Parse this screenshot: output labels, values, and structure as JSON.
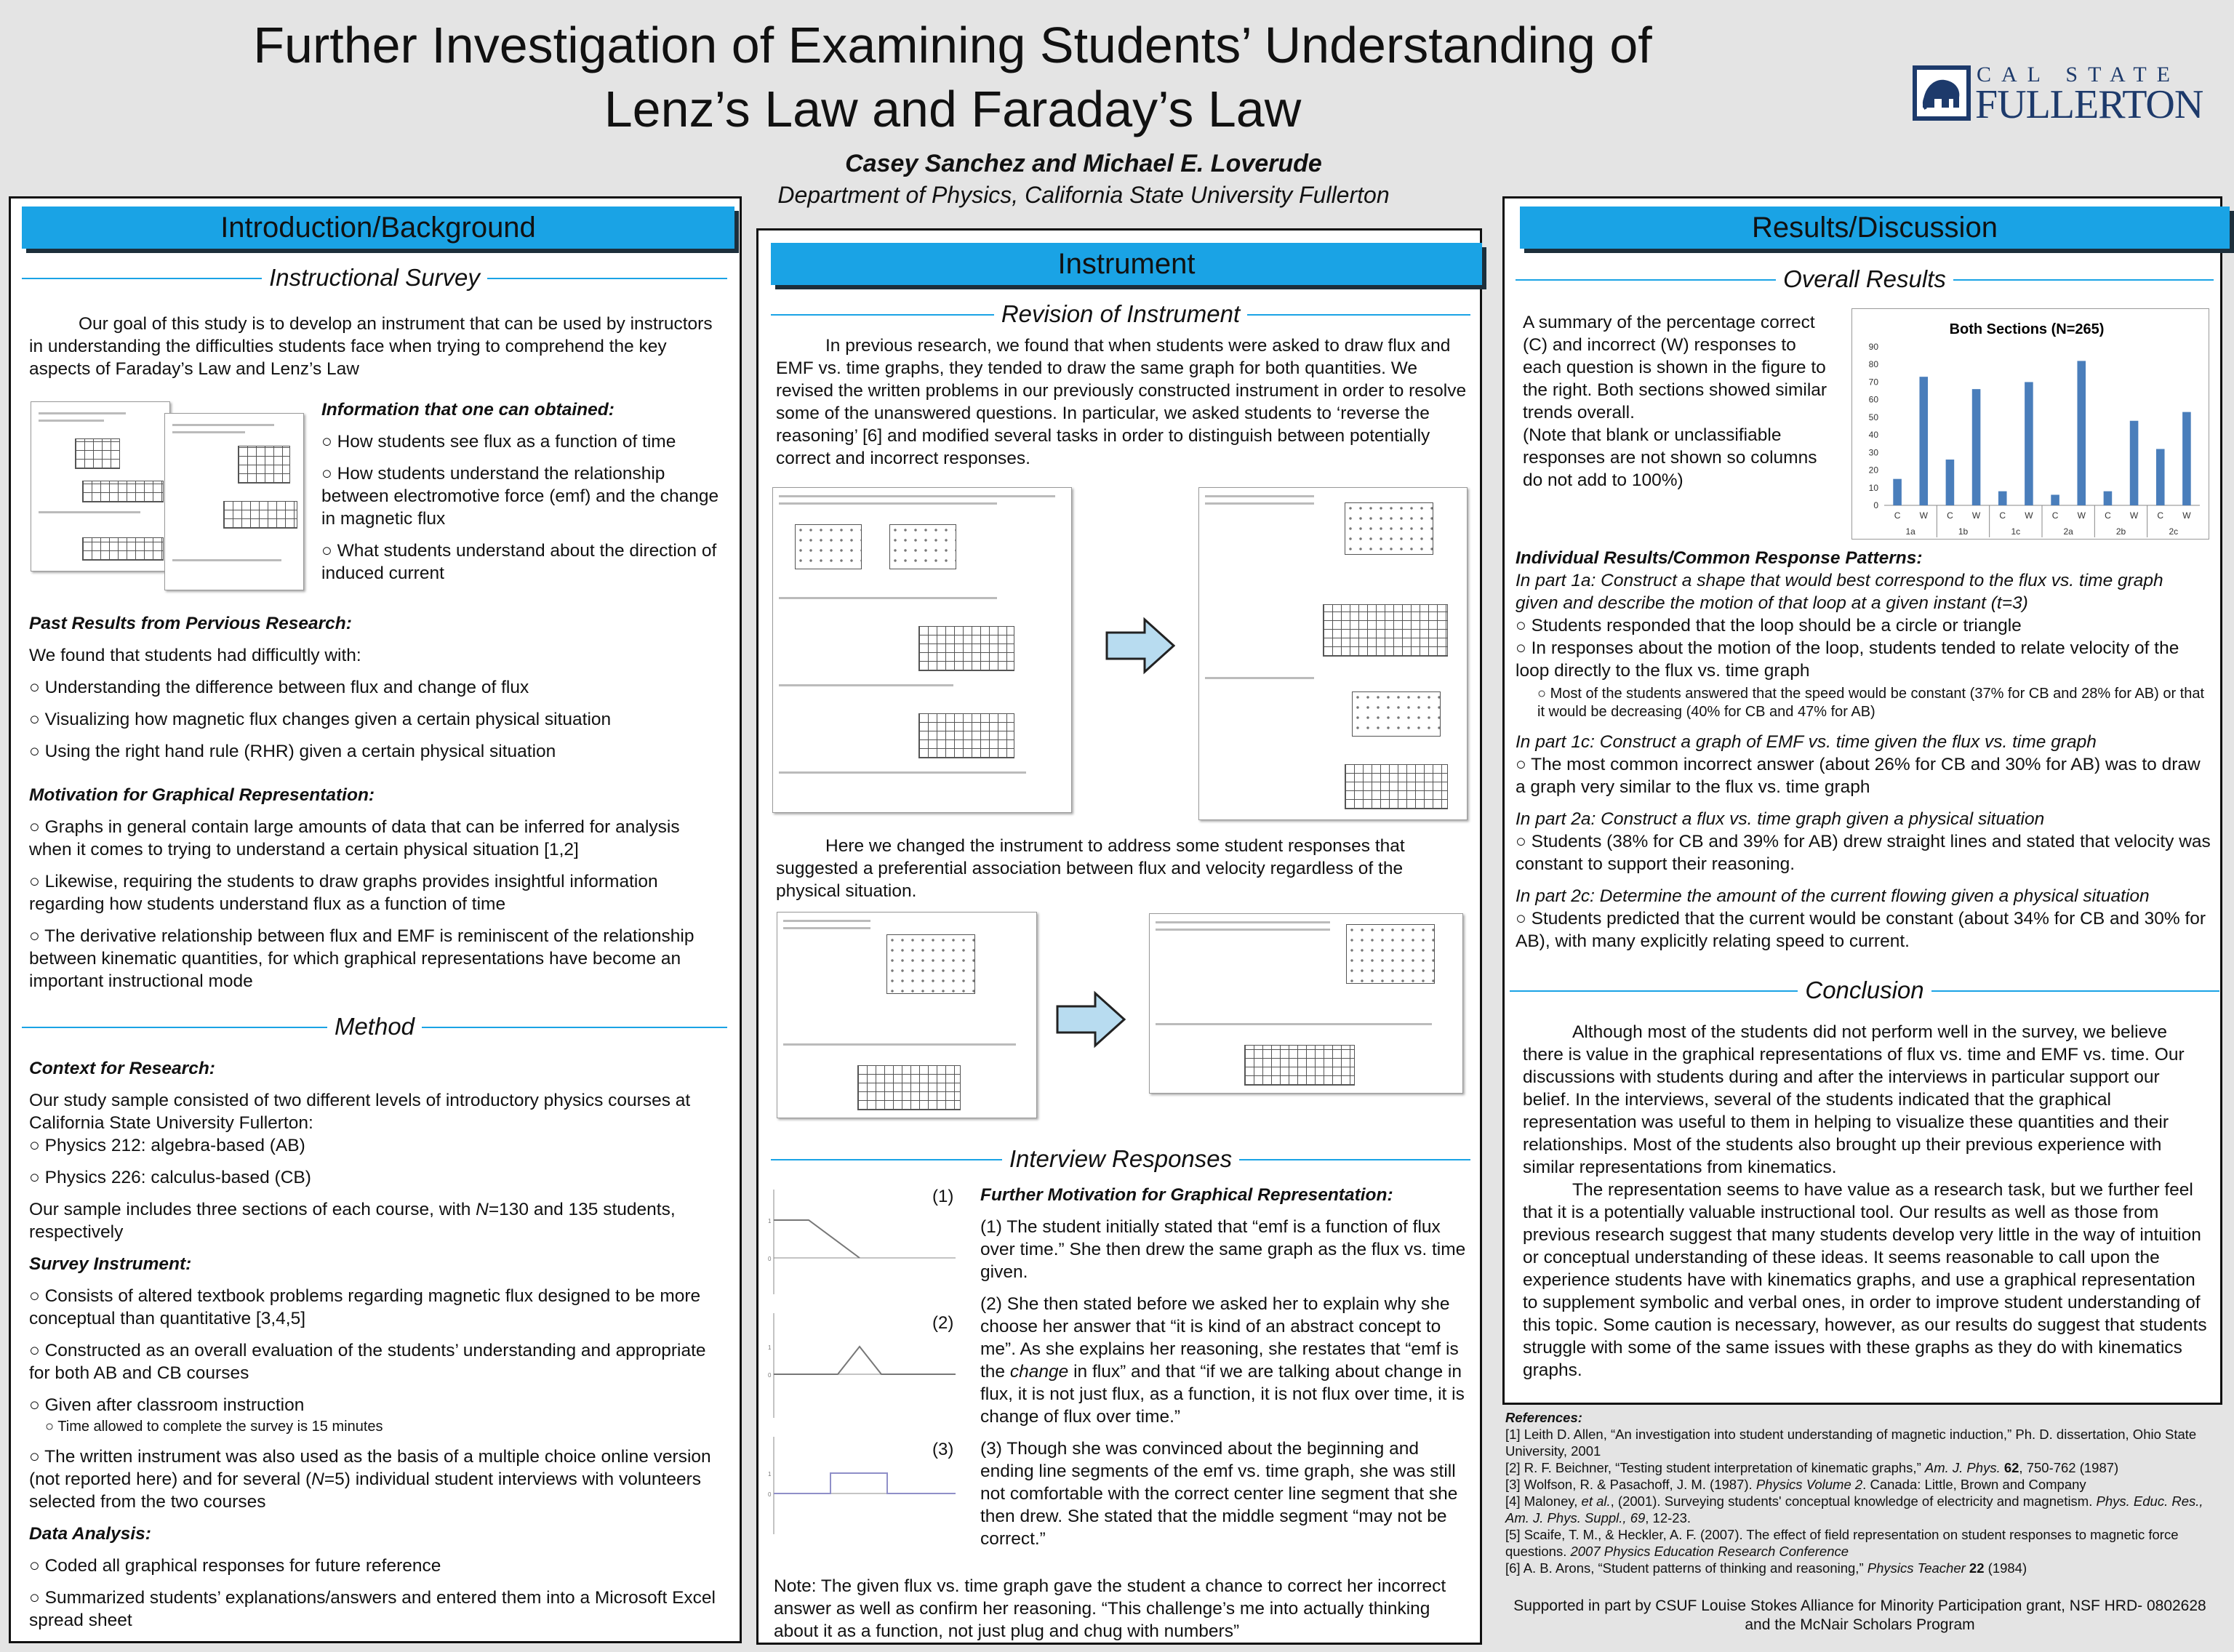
{
  "header": {
    "title_line1": "Further Investigation of Examining Students’ Understanding of",
    "title_line2": "Lenz’s Law and Faraday’s Law",
    "authors": "Casey Sanchez and Michael E. Loverude",
    "department": "Department of Physics, California State University Fullerton",
    "logo_top": "CAL STATE",
    "logo_bottom": "FULLERTON"
  },
  "left": {
    "banner": "Introduction/Background",
    "sub1": "Instructional Survey",
    "intro": "Our goal of this study is to develop an instrument that can be used by instructors in understanding the difficulties students face when trying to comprehend the key aspects of Faraday’s Law and Lenz’s Law",
    "info_head": "Information that one can obtained:",
    "info1": "○ How students see flux as a function of time",
    "info2": "○ How students understand the relationship between electromotive force (emf) and the change in magnetic flux",
    "info3": "○ What students understand about the direction of induced current",
    "past_head": "Past Results from Pervious Research:",
    "past_intro": "We found that students had difficultly with:",
    "past1": "○ Understanding the difference between flux and change of flux",
    "past2": "○ Visualizing how magnetic flux changes given a certain physical situation",
    "past3": "○ Using the right hand rule (RHR) given a certain physical situation",
    "mot_head": "Motivation for Graphical Representation:",
    "mot1": "○ Graphs in general contain large amounts of data that can be inferred for analysis when it comes to trying to understand a certain physical situation [1,2]",
    "mot2": "○ Likewise, requiring the students to draw graphs provides insightful information regarding how students understand flux as a function of time",
    "mot3": "○ The derivative relationship between flux and EMF is reminiscent of the relationship between kinematic quantities, for which graphical representations have become an important instructional mode",
    "sub2": "Method",
    "ctx_head": "Context for Research:",
    "ctx": "Our study sample consisted of two different levels of introductory physics courses at California State University Fullerton:",
    "ctx1": "○ Physics 212: algebra-based (AB)",
    "ctx2": "○ Physics 226: calculus-based (CB)",
    "ctx3a": "Our sample includes three sections of each course, with ",
    "ctx3n": "N",
    "ctx3b": "=130 and 135 students, respectively",
    "surv_head": "Survey Instrument:",
    "surv1": "○ Consists of altered textbook problems regarding magnetic flux designed to be more conceptual than quantitative [3,4,5]",
    "surv2": "○ Constructed as an overall evaluation of the students’ understanding and appropriate for both AB and CB courses",
    "surv3": "○ Given after classroom instruction",
    "surv3a": "○ Time allowed to complete the survey is 15 minutes",
    "surv4a": "○ The written instrument was also used as the basis of a multiple choice online version (not reported here) and for several (",
    "surv4n": "N",
    "surv4b": "=5) individual student interviews with volunteers selected from the two courses",
    "data_head": "Data Analysis:",
    "data1": "○ Coded all graphical responses for future reference",
    "data2": "○ Summarized students’ explanations/answers and entered them into a Microsoft Excel spread sheet"
  },
  "middle": {
    "banner": "Instrument",
    "sub1": "Revision of Instrument",
    "rev": "In previous research, we found that when students were asked to draw flux and EMF vs. time graphs, they tended to draw the same graph for both quantities. We revised the written problems in our previously constructed instrument in order to resolve some of the unanswered questions. In particular, we asked students to ‘reverse the reasoning’ [6] and modified several tasks in order to distinguish between potentially correct and incorrect responses.",
    "changed": "Here we changed the instrument to address some student responses that suggested a preferential association between flux and velocity regardless of the physical situation.",
    "sub2": "Interview Responses",
    "g1": "(1)",
    "g2": "(2)",
    "g3": "(3)",
    "fm_head": "Further Motivation for Graphical Representation:",
    "fm1": "(1) The student initially stated that “emf is a function of flux over time.” She then drew the same graph as the flux vs. time given.",
    "fm2a": "(2) She then stated before we asked her to explain why she choose her answer that “it is kind of an abstract concept to me”. As she explains her reasoning, she restates that “emf is the ",
    "fm2i": "change",
    "fm2b": " in flux” and that “if we are talking about change in flux, it is not just flux, as a function, it is not flux over time, it is change of flux over time.”",
    "fm3": "(3) Though she was convinced about the beginning and ending line segments of the emf vs. time graph, she was still not comfortable with the correct center line segment that she then drew. She stated that the middle segment “may not be correct.”",
    "note": "Note: The given flux vs. time graph gave the student a chance to correct her incorrect answer as well as confirm her reasoning. “This challenge’s me into actually thinking about it as a function, not just plug and chug with numbers”"
  },
  "right": {
    "banner": "Results/Discussion",
    "sub1": "Overall Results",
    "summary": "A summary of the percentage correct (C) and incorrect (W) responses to each question is shown in the figure to the right. Both sections showed similar trends overall.",
    "summary_note": "(Note that blank or unclassifiable responses are not shown so columns do not add to 100%)",
    "ind_head": "Individual Results/Common Response Patterns:",
    "p1a": "In part 1a: Construct a shape that would best correspond to the flux vs. time graph given and describe the motion of that loop at a given instant (t=3)",
    "p1a1": "○ Students responded that the loop should be a circle or triangle",
    "p1a2": "○ In responses about the motion of the loop, students tended to relate velocity of the loop directly to the flux vs. time graph",
    "p1a3": "○ Most of the students answered that the speed would be constant (37% for CB and 28% for AB) or that it would be decreasing (40% for CB and 47% for AB)",
    "p1c": "In part 1c: Construct a graph of EMF vs. time given the flux vs. time graph",
    "p1c1": "○ The most common incorrect answer (about 26% for CB and 30% for AB) was to draw a graph very similar to the flux vs. time graph",
    "p2a": "In part 2a: Construct a flux vs. time graph given a physical situation",
    "p2a1": "○ Students (38% for CB and 39% for AB) drew straight lines and stated that velocity was constant to support their reasoning.",
    "p2c": "In part 2c: Determine the amount of the current flowing given a physical situation",
    "p2c1": "○ Students predicted that the current would be constant (about 34% for CB and 30% for AB), with many explicitly relating speed to current.",
    "sub2": "Conclusion",
    "conc1": "Although most of the students did not perform well in the survey, we believe there is value in the graphical representations of flux vs. time and EMF vs. time. Our discussions with students during and after the interviews in particular support our belief.  In the interviews, several of the students indicated that the graphical representation was useful to them in helping to visualize these quantities and their relationships. Most of the students also brought up their previous experience with similar representations from kinematics.",
    "conc2": "The representation seems to have value as a research task, but we further feel that it is a potentially valuable instructional tool.  Our results as well as those from previous research suggest that many students develop very little in the way of intuition or conceptual understanding of these ideas. It seems reasonable to call upon the experience students have with kinematics graphs, and use a graphical representation to supplement symbolic and verbal ones, in order to improve student understanding of this topic.  Some caution is necessary, however, as our results do suggest that students struggle with some of the same issues with these graphs as they do with kinematics graphs.",
    "refs_head": "References:",
    "ref1": "[1] Leith D. Allen, “An investigation into student understanding of magnetic induction,” Ph. D. dissertation, Ohio State University, 2001",
    "ref2a": "[2] R. F. Beichner, “Testing student interpretation of kinematic graphs,” ",
    "ref2j": "Am. J. Phys.",
    "ref2v": " 62",
    "ref2b": ", 750-762 (1987)",
    "ref3a": "[3] Wolfson, R. & Pasachoff, J. M. (1987). ",
    "ref3j": "Physics Volume 2",
    "ref3b": ". Canada: Little, Brown and Company",
    "ref4a": "[4] Maloney, ",
    "ref4e": "et al.",
    "ref4b": ", (2001). Surveying students' conceptual knowledge of electricity and magnetism. ",
    "ref4j": "Phys. Educ. Res., Am. J. Phys. Suppl., 69",
    "ref4c": ", 12-23.",
    "ref5a": "[5] Scaife, T. M., & Heckler, A. F. (2007). The effect of field representation on student responses to magnetic force questions. ",
    "ref5j": "2007 Physics Education Research Conference",
    "ref6a": "[6] A. B. Arons, “Student patterns of thinking and reasoning,” ",
    "ref6j": "Physics Teacher",
    "ref6v": " 22",
    "ref6b": " (1984)",
    "support": "Supported in part by CSUF Louise Stokes Alliance for Minority Participation grant, NSF HRD- 0802628 and the McNair Scholars Program"
  },
  "chart_data": {
    "type": "bar",
    "title": "Both Sections (N=265)",
    "categories": [
      "C",
      "W",
      "C",
      "W",
      "C",
      "W",
      "C",
      "W",
      "C",
      "W",
      "C",
      "W"
    ],
    "groups": [
      "1a",
      "1b",
      "1c",
      "2a",
      "2b",
      "2c"
    ],
    "values": [
      15,
      73,
      26,
      66,
      8,
      70,
      6,
      82,
      8,
      48,
      32,
      53
    ],
    "ylim": [
      0,
      90
    ],
    "yticks": [
      0,
      10,
      20,
      30,
      40,
      50,
      60,
      70,
      80,
      90
    ],
    "color": "#4a7ebb",
    "grid": false,
    "legend": "none"
  }
}
